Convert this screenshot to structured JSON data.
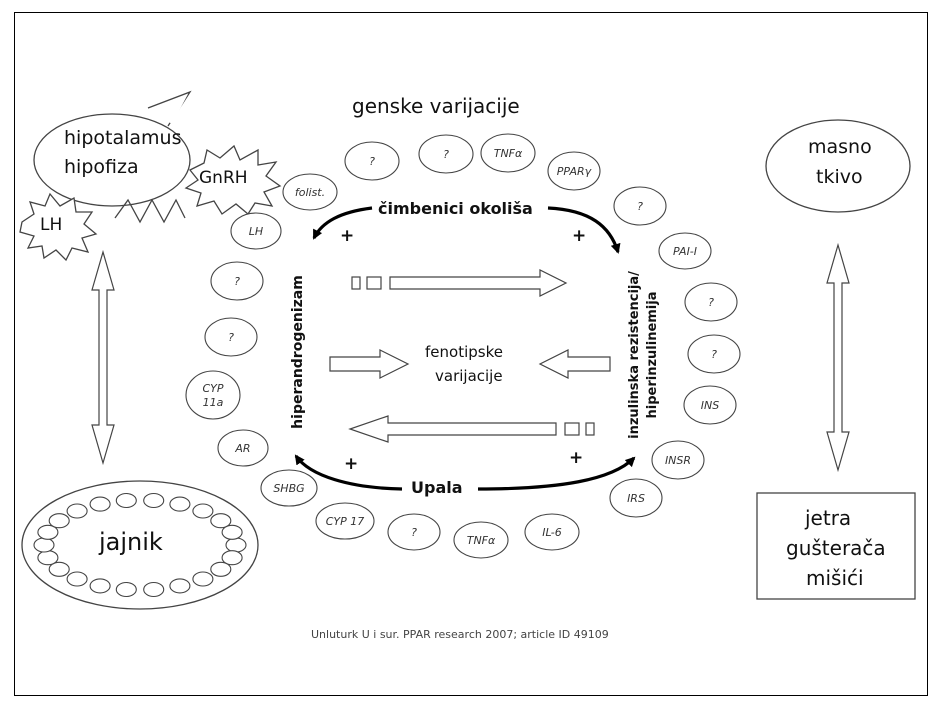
{
  "title": "genske varijacije",
  "hypothalamus": {
    "line1": "hipotalamus",
    "line2": "hipofiza"
  },
  "gnrh": "GnRH",
  "lh": "LH",
  "adipose": {
    "line1": "masno",
    "line2": "tkivo"
  },
  "ovary": "jajnik",
  "organs": {
    "line1": "jetra",
    "line2": "gušterača",
    "line3": "mišići"
  },
  "environment": "čimbenici okoliša",
  "inflammation": "Upala",
  "hyperandrogenism": "hiperandrogenizam",
  "insulin_resistance": {
    "line1": "inzulinska rezistencija/",
    "line2": "hiperinzulinemija"
  },
  "phenotype": {
    "line1": "fenotipske",
    "line2": "varijacije"
  },
  "plus": "+",
  "citation": "Unluturk U i sur. PPAR research 2007; article ID 49109",
  "genes": {
    "g_q1": "?",
    "g_q2": "?",
    "g_tnfa_top": "TNFα",
    "g_ppar": "PPARγ",
    "g_follist": "folist.",
    "g_q3": "?",
    "g_lh": "LH",
    "g_pai": "PAI-I",
    "g_q4": "?",
    "g_q5": "?",
    "g_q6": "?",
    "g_q7": "?",
    "g_cyp11a_1": "CYP",
    "g_cyp11a_2": "11a",
    "g_ins": "INS",
    "g_ar": "AR",
    "g_insr": "INSR",
    "g_shbg": "SHBG",
    "g_irs": "IRS",
    "g_cyp17": "CYP 17",
    "g_q8": "?",
    "g_tnfa_bot": "TNFα",
    "g_il6": "IL-6"
  }
}
